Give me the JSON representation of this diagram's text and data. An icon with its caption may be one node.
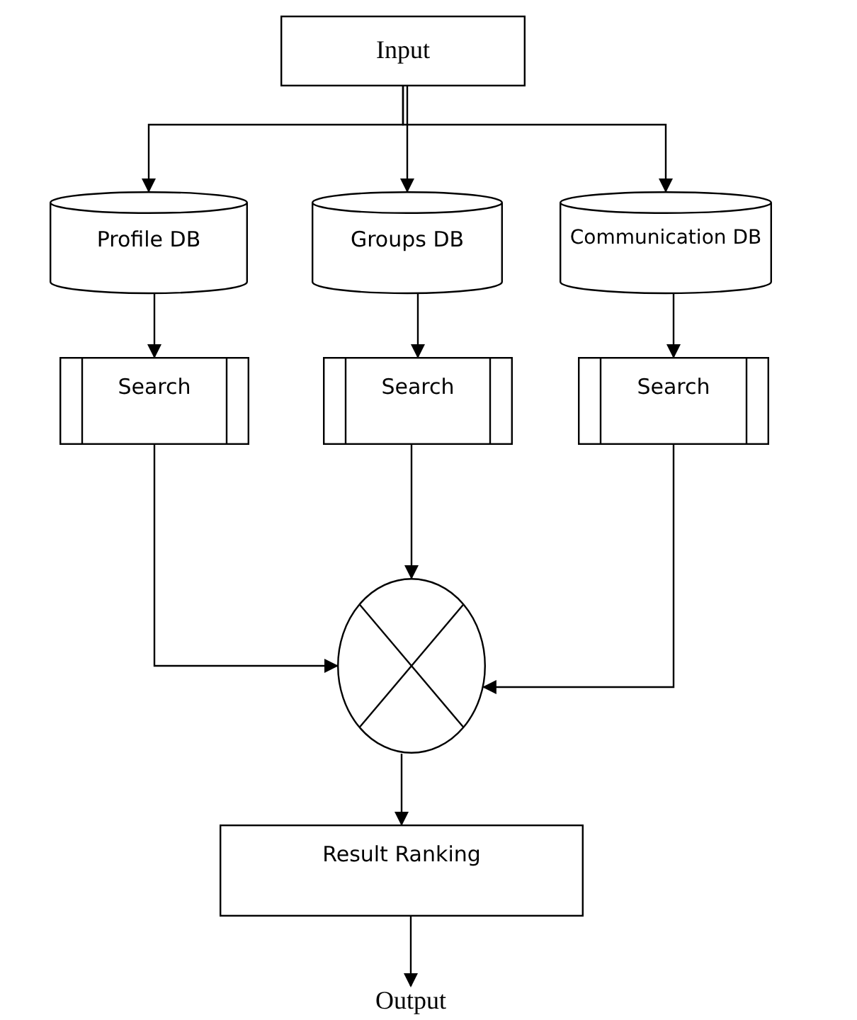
{
  "diagram": {
    "nodes": [
      {
        "text": [
          "Input"
        ]
      },
      {
        "text": [
          "Profile DB"
        ]
      },
      {
        "text": [
          "Groups DB"
        ]
      },
      {
        "text": [
          "Communication DB"
        ]
      },
      {
        "text": [
          "Search"
        ]
      },
      {
        "text": [
          "Search"
        ]
      },
      {
        "text": [
          "Search"
        ]
      },
      {
        "text": [],
        "shape": "circle"
      },
      {
        "text": [
          "Result Ranking"
        ]
      },
      {
        "text": [
          "Output"
        ]
      }
    ],
    "edges": [
      {
        "from": 0,
        "to": 1,
        "arrow": "to"
      },
      {
        "from": 0,
        "to": 2,
        "arrow": "to"
      },
      {
        "from": 0,
        "to": 3,
        "arrow": "to"
      },
      {
        "from": 1,
        "to": 4,
        "arrow": "to"
      },
      {
        "from": 2,
        "to": 5,
        "arrow": "to"
      },
      {
        "from": 3,
        "to": 6,
        "arrow": "to"
      },
      {
        "from": 4,
        "to": 7,
        "arrow": "to"
      },
      {
        "from": 5,
        "to": 7,
        "arrow": "to"
      },
      {
        "from": 6,
        "to": 7,
        "arrow": "to"
      },
      {
        "from": 7,
        "to": 8,
        "arrow": "to"
      },
      {
        "from": 8,
        "to": 9,
        "arrow": "to"
      }
    ]
  }
}
